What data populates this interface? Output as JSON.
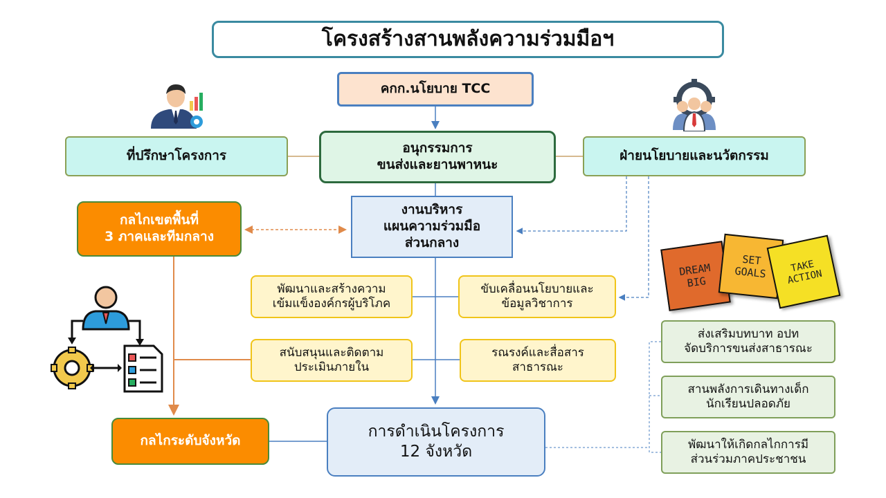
{
  "title": "โครงสร้างสานพลังความร่วมมือฯ",
  "nodes": {
    "tcc": "คกก.นโยบาย TCC",
    "committee": [
      "อนุกรรมการ",
      "ขนส่งและยานพาหนะ"
    ],
    "advisor": "ที่ปรึกษาโครงการ",
    "policy_innovation": "ฝ่ายนโยบายและนวัตกรรม",
    "management": [
      "งานบริหาร",
      "แผนความร่วมมือ",
      "ส่วนกลาง"
    ],
    "regional_mechanism": [
      "กลไกเขตพื้นที่",
      "3 ภาคและทีมกลาง"
    ],
    "provincial_mechanism": "กลไกระดับจังหวัด",
    "task_consumer": [
      "พัฒนาและสร้างความ",
      "เข้มแข็งองค์กรผู้บริโภค"
    ],
    "task_policy": [
      "ขับเคลื่อนนโยบายและ",
      "ข้อมูลวิชาการ"
    ],
    "task_support": [
      "สนับสนุนและติดตาม",
      "ประเมินภายใน"
    ],
    "task_campaign": [
      "รณรงค์และสื่อสาร",
      "สาธารณะ"
    ],
    "operations": [
      "การดำเนินโครงการ",
      "12 จังหวัด"
    ],
    "activity_1": [
      "ส่งเสริมบทบาท อปท",
      "จัดบริการขนส่งสาธารณะ"
    ],
    "activity_2": [
      "สานพลังการเดินทางเด็ก",
      "นักเรียนปลอดภัย"
    ],
    "activity_3": [
      "พัฒนาให้เกิดกลไกการมี",
      "ส่วนร่วมภาคประชาชน"
    ]
  },
  "sticky_notes": [
    {
      "line1": "DREAM",
      "line2": "BIG",
      "color": "#e06a2c"
    },
    {
      "line1": "SET",
      "line2": "GOALS",
      "color": "#f7b733"
    },
    {
      "line1": "TAKE",
      "line2": "ACTION",
      "color": "#f5e025"
    }
  ],
  "icons": [
    "businessman-chart-icon",
    "team-gear-icon",
    "manager-workflow-icon"
  ],
  "colors": {
    "orange": "#fb8c00",
    "blue_line": "#4a7fc0",
    "orange_line": "#e08a4a"
  }
}
